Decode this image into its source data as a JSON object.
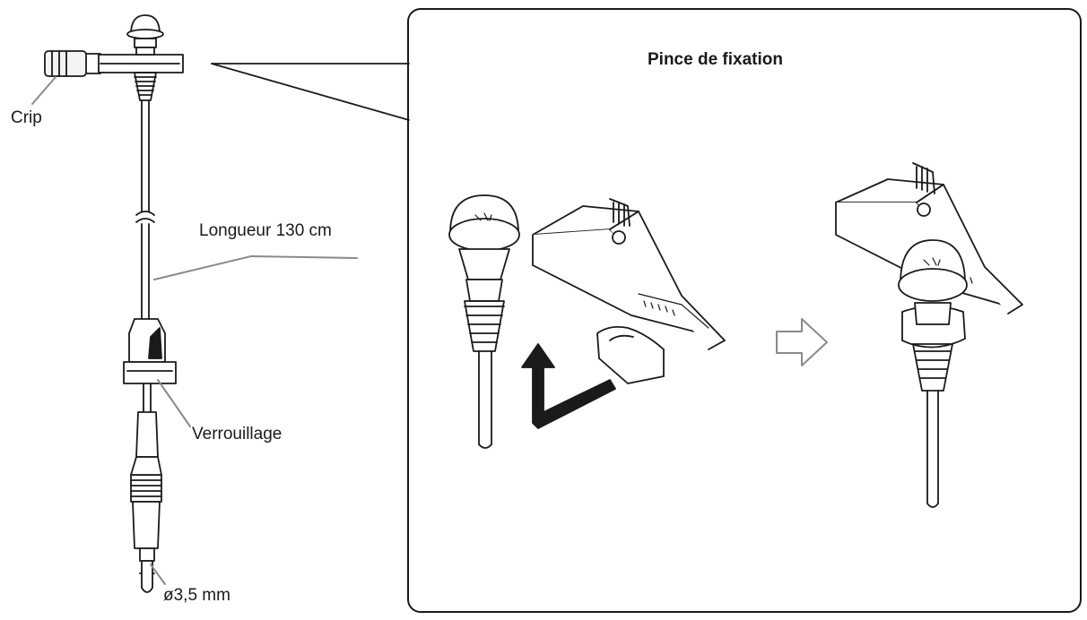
{
  "labels": {
    "clip": "Crip",
    "length": "Longueur 130 cm",
    "lock": "Verrouillage",
    "diameter": "ø3,5 mm"
  },
  "panel": {
    "title": "Pince de fixation"
  },
  "colors": {
    "line": "#1a1a1a",
    "leader": "#8a8a8a",
    "arrow": "#1a1a1a",
    "background": "#ffffff"
  }
}
